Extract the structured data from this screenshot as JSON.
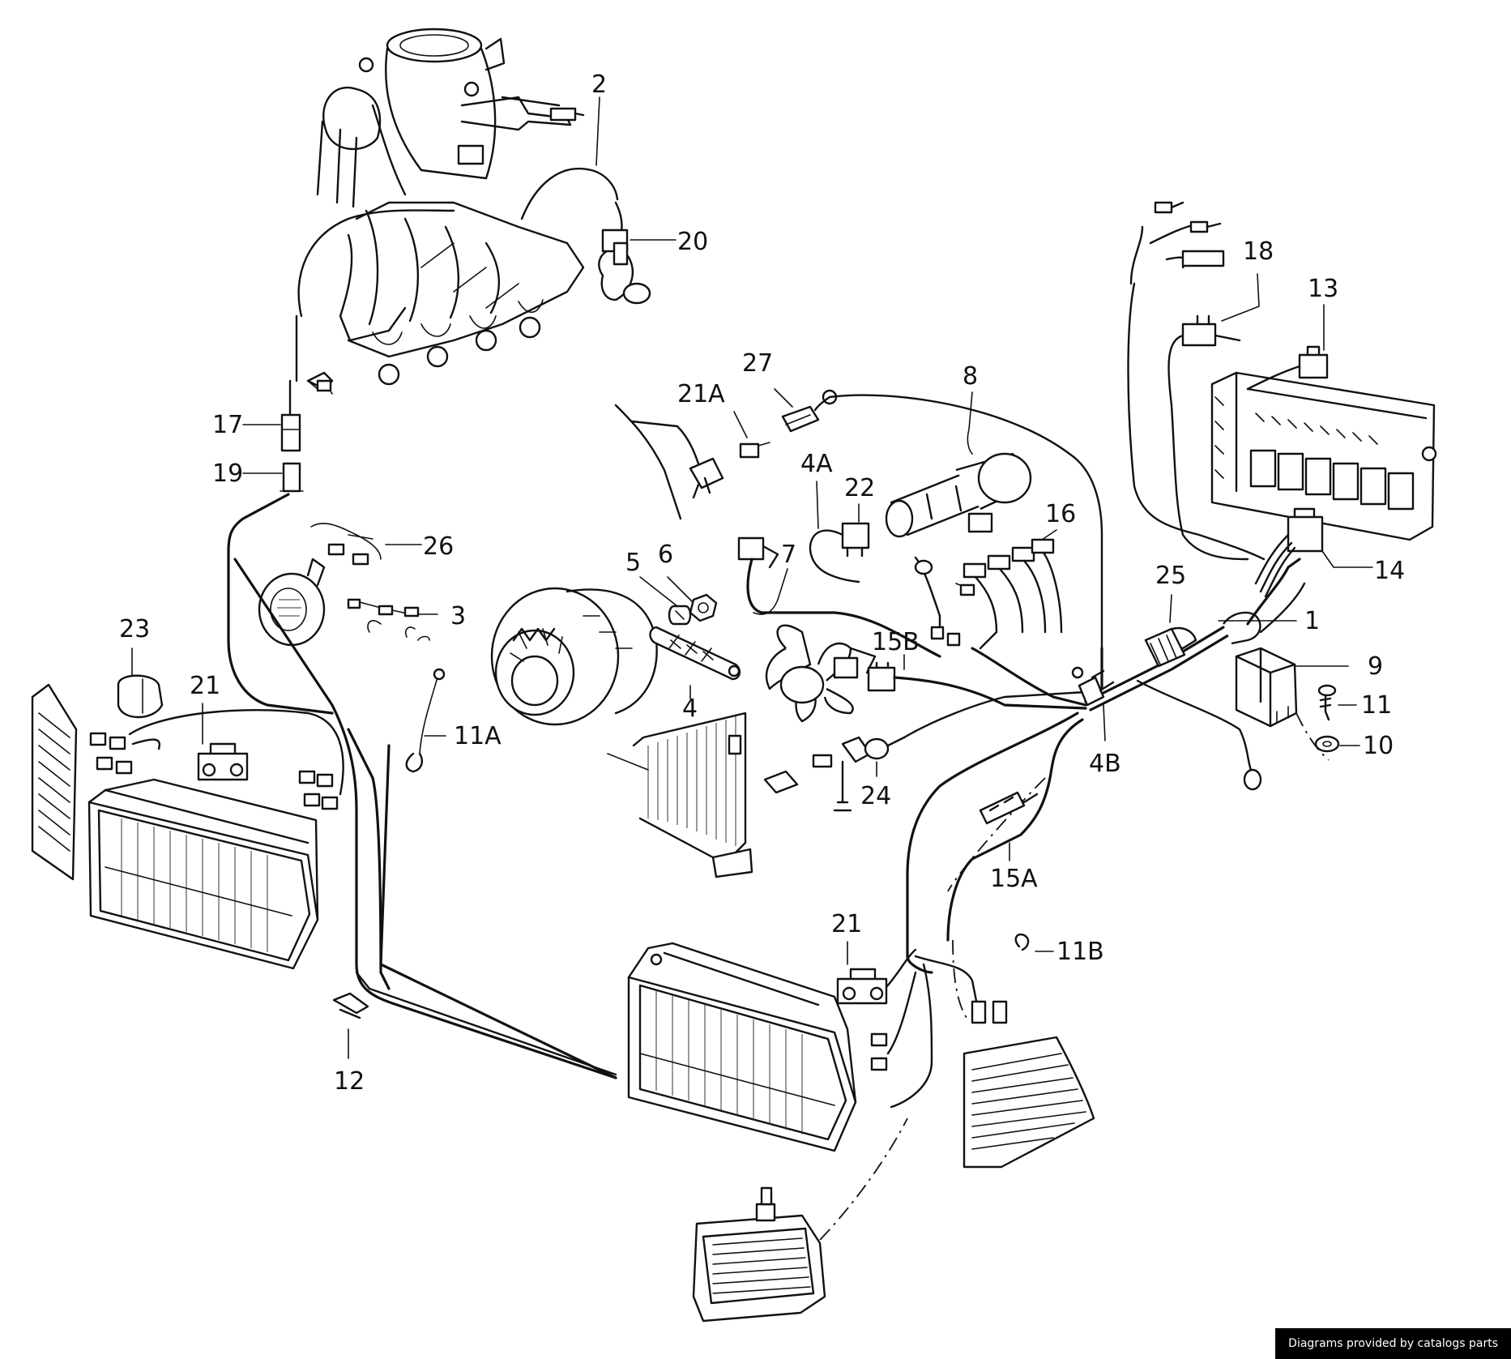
{
  "callouts": [
    {
      "id": "c-2",
      "text": "2"
    },
    {
      "id": "c-20",
      "text": "20"
    },
    {
      "id": "c-17",
      "text": "17"
    },
    {
      "id": "c-19",
      "text": "19"
    },
    {
      "id": "c-26",
      "text": "26"
    },
    {
      "id": "c-3",
      "text": "3"
    },
    {
      "id": "c-23",
      "text": "23"
    },
    {
      "id": "c-21-left",
      "text": "21"
    },
    {
      "id": "c-11A",
      "text": "11A"
    },
    {
      "id": "c-12",
      "text": "12"
    },
    {
      "id": "c-27",
      "text": "27"
    },
    {
      "id": "c-21A",
      "text": "21A"
    },
    {
      "id": "c-4A",
      "text": "4A"
    },
    {
      "id": "c-22",
      "text": "22"
    },
    {
      "id": "c-8",
      "text": "8"
    },
    {
      "id": "c-16",
      "text": "16"
    },
    {
      "id": "c-5",
      "text": "5"
    },
    {
      "id": "c-6",
      "text": "6"
    },
    {
      "id": "c-7",
      "text": "7"
    },
    {
      "id": "c-4",
      "text": "4"
    },
    {
      "id": "c-15B",
      "text": "15B"
    },
    {
      "id": "c-24",
      "text": "24"
    },
    {
      "id": "c-15A",
      "text": "15A"
    },
    {
      "id": "c-21-right",
      "text": "21"
    },
    {
      "id": "c-11B",
      "text": "11B"
    },
    {
      "id": "c-18",
      "text": "18"
    },
    {
      "id": "c-13",
      "text": "13"
    },
    {
      "id": "c-14",
      "text": "14"
    },
    {
      "id": "c-25",
      "text": "25"
    },
    {
      "id": "c-1",
      "text": "1"
    },
    {
      "id": "c-9",
      "text": "9"
    },
    {
      "id": "c-11",
      "text": "11"
    },
    {
      "id": "c-10",
      "text": "10"
    },
    {
      "id": "c-4B",
      "text": "4B"
    }
  ],
  "credit": "Diagrams provided by catalogs parts"
}
